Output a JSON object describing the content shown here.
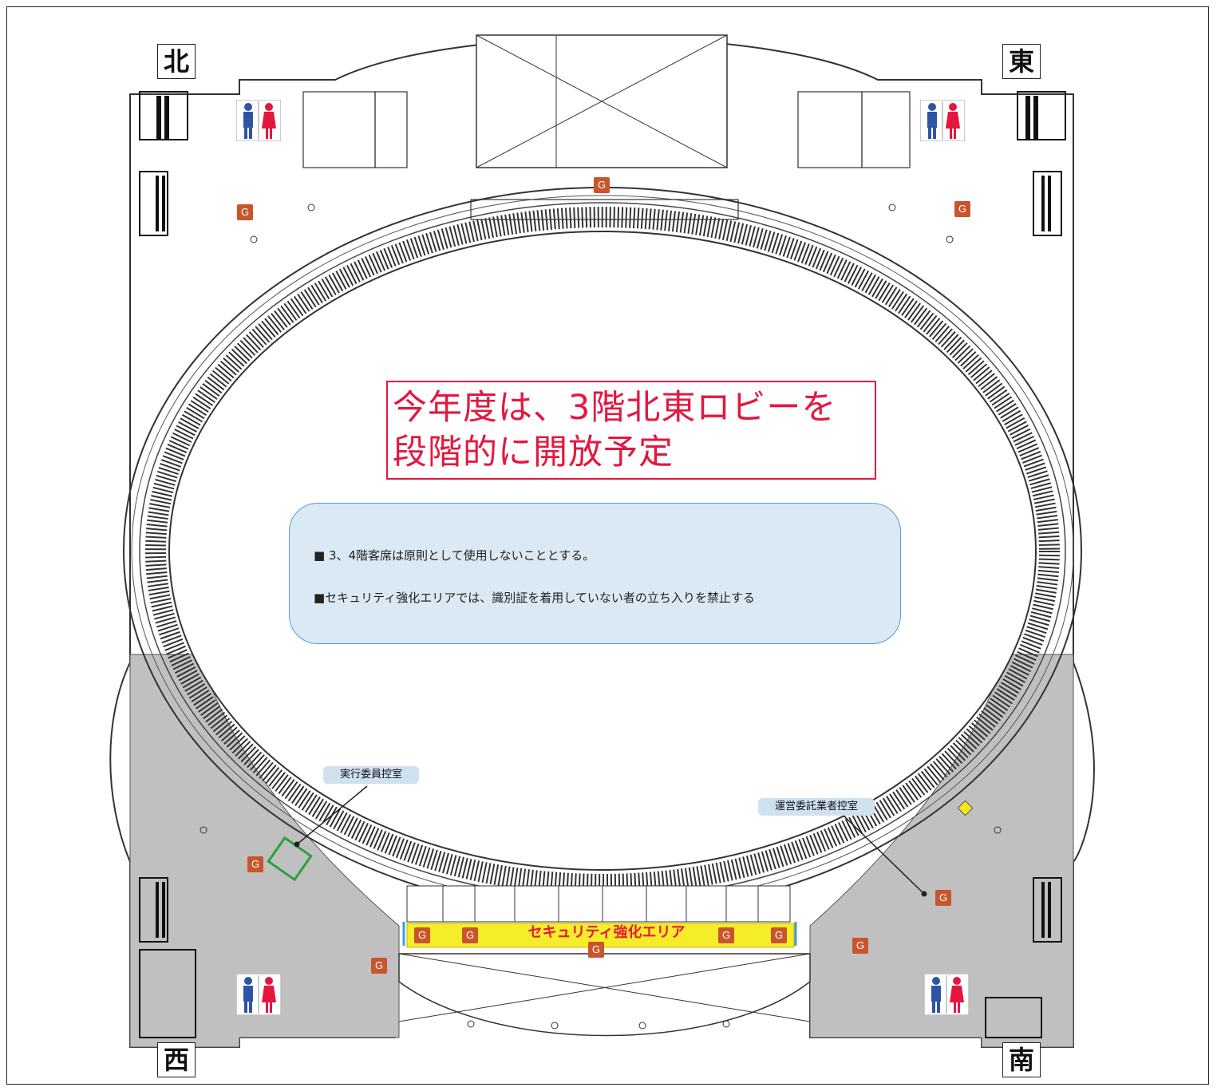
{
  "directions": {
    "north": "北",
    "east": "東",
    "west": "西",
    "south": "南"
  },
  "headline": {
    "line1": "今年度は、3階北東ロビーを",
    "line2": "段階的に開放予定"
  },
  "notes": [
    "■ 3、4階客席は原則として使用しないこととする。",
    "■セキュリティ強化エリアでは、識別証を着用していない者の立ち入りを禁止する"
  ],
  "callouts": {
    "committee_room": "実行委員控室",
    "contractor_room": "運営委託業者控室"
  },
  "security_area_label": "セキュリティ強化エリア",
  "gate_marker": "G",
  "colors": {
    "headline": "#e5173f",
    "notes_fill": "#dae9f4",
    "notes_border": "#5b9bd5",
    "security_area": "#f5ec2a",
    "gate": "#c8552b",
    "restricted_zone": "#c0c0c0",
    "toilet_male": "#2e55a5",
    "toilet_female": "#e5173f"
  },
  "icons": [
    "toilet-male-icon",
    "toilet-female-icon",
    "gate-icon",
    "diamond-marker-icon"
  ]
}
